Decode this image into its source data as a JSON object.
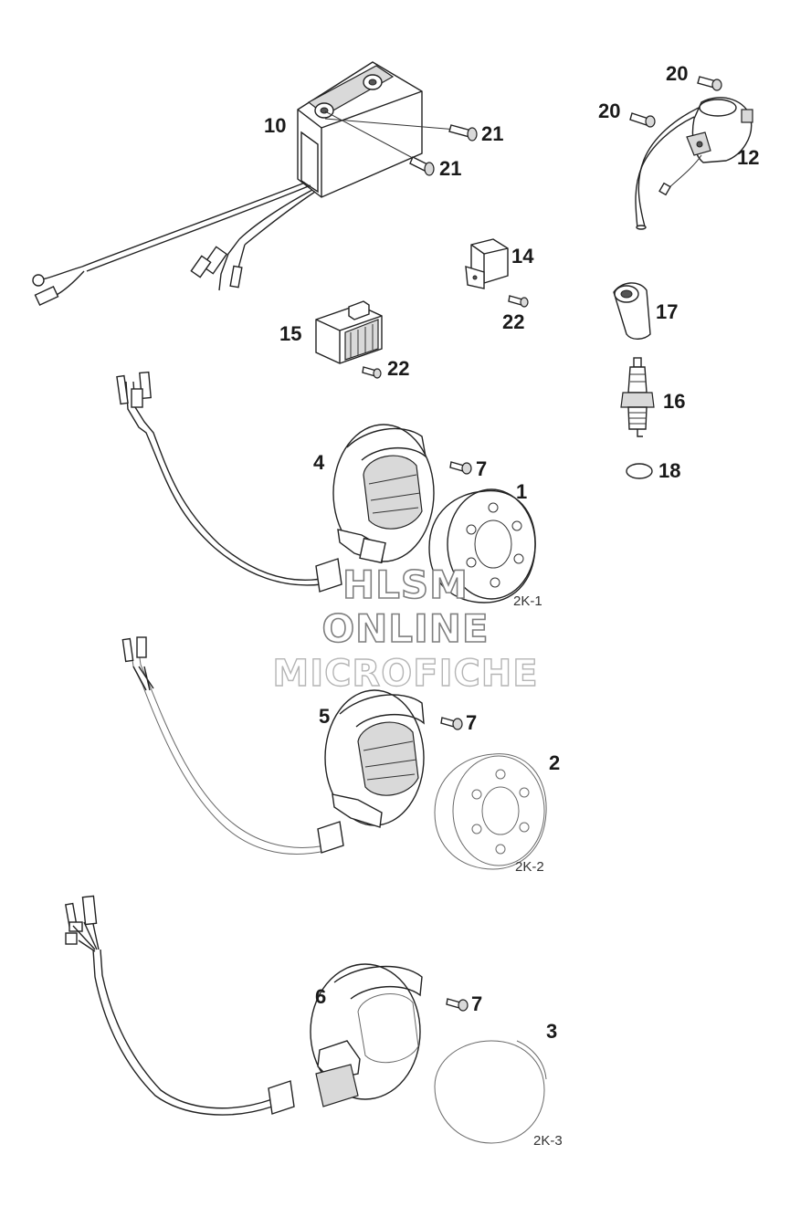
{
  "callouts": {
    "p10": "10",
    "p21a": "21",
    "p21b": "21",
    "p20a": "20",
    "p20b": "20",
    "p12": "12",
    "p14": "14",
    "p22a": "22",
    "p15": "15",
    "p22b": "22",
    "p17": "17",
    "p16": "16",
    "p18": "18",
    "p4": "4",
    "p7a": "7",
    "p1": "1",
    "p5": "5",
    "p7b": "7",
    "p2": "2",
    "p6": "6",
    "p7c": "7",
    "p3": "3"
  },
  "variants": {
    "v1": "2K-1",
    "v2": "2K-2",
    "v3": "2K-3"
  },
  "watermark": {
    "line1": "HLSM",
    "line2": "ONLINE",
    "line3": "MICROFICHE"
  }
}
